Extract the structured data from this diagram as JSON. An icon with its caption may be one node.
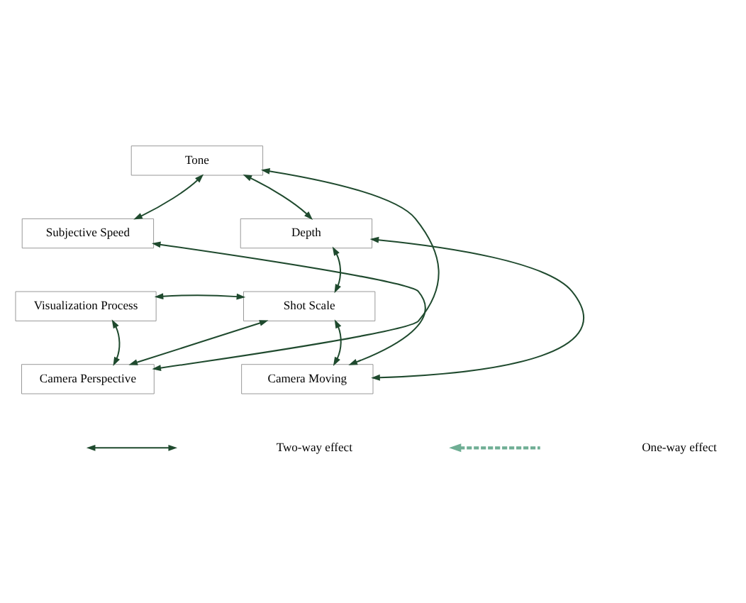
{
  "diagram": {
    "nodes": [
      {
        "text": [
          "Tone"
        ]
      },
      {
        "text": [
          "Subjective Speed"
        ]
      },
      {
        "text": [
          "Depth"
        ]
      },
      {
        "text": [
          "Visualization Process"
        ]
      },
      {
        "text": [
          "Shot Scale"
        ]
      },
      {
        "text": [
          "Camera Perspective"
        ]
      },
      {
        "text": [
          "Camera Moving"
        ]
      }
    ],
    "edges": [
      {
        "from": 0,
        "to": 1,
        "arrow": "both"
      },
      {
        "from": 0,
        "to": 2,
        "arrow": "both"
      },
      {
        "from": 5,
        "to": 0,
        "arrow": "both"
      },
      {
        "from": 1,
        "to": 6,
        "arrow": "both"
      },
      {
        "from": 2,
        "to": 6,
        "arrow": "both"
      },
      {
        "from": 2,
        "to": 4,
        "arrow": "both"
      },
      {
        "from": 3,
        "to": 4,
        "arrow": "both"
      },
      {
        "from": 4,
        "to": 5,
        "arrow": "both"
      },
      {
        "from": 3,
        "to": 5,
        "arrow": "both"
      },
      {
        "from": 4,
        "to": 6,
        "arrow": "both"
      }
    ],
    "legend": [
      {
        "text": "Two-way effect"
      },
      {
        "text": "One-way effect"
      }
    ]
  }
}
